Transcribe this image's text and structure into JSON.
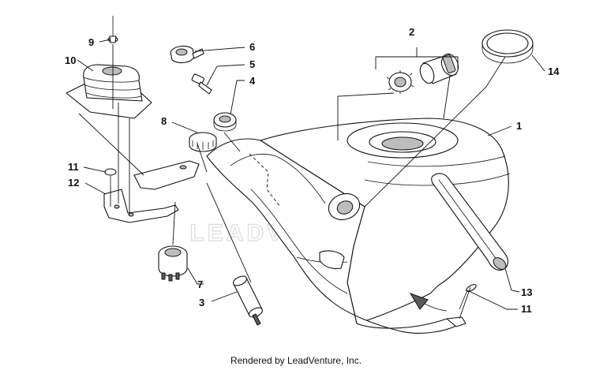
{
  "watermark": "LEADVENTURE",
  "footer": "Rendered by LeadVenture, Inc.",
  "callouts": [
    "1",
    "2",
    "3",
    "4",
    "5",
    "6",
    "7",
    "8",
    "9",
    "10",
    "11",
    "11",
    "12",
    "13",
    "14"
  ],
  "parts": [
    {
      "number": "1",
      "depicts": "fuel tank"
    },
    {
      "number": "2",
      "depicts": "fuel cap assembly"
    },
    {
      "number": "3",
      "depicts": "sensor switch"
    },
    {
      "number": "4",
      "depicts": "ring nut"
    },
    {
      "number": "5",
      "depicts": "key"
    },
    {
      "number": "6",
      "depicts": "key blank"
    },
    {
      "number": "7",
      "depicts": "ignition switch"
    },
    {
      "number": "8",
      "depicts": "knob"
    },
    {
      "number": "9",
      "depicts": "rivet"
    },
    {
      "number": "10",
      "depicts": "boot"
    },
    {
      "number": "11",
      "depicts": "screw"
    },
    {
      "number": "12",
      "depicts": "bracket"
    },
    {
      "number": "13",
      "depicts": "strap"
    },
    {
      "number": "14",
      "depicts": "ring"
    }
  ]
}
